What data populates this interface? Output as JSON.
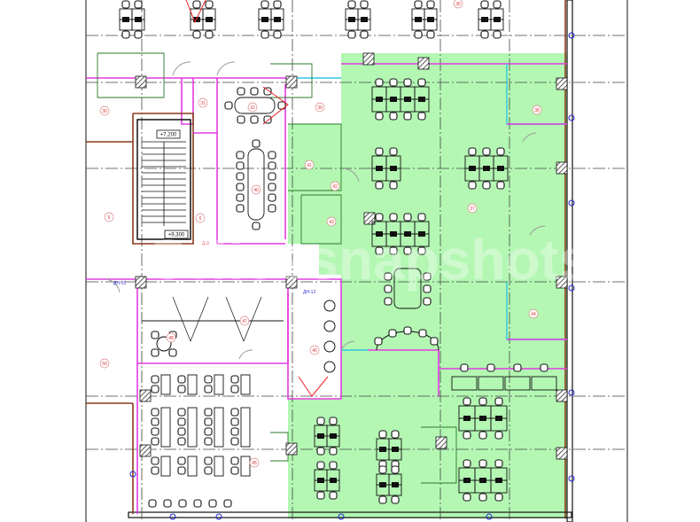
{
  "drawing": {
    "watermark": "Officesnapshots",
    "colors": {
      "open_office": "#b3f7b3",
      "partition": "#e23be2",
      "glazing": "#2fc7e0",
      "wall": "#111111"
    },
    "elevations": [
      "+7,200",
      "+9,300"
    ],
    "rooms": [
      "36",
      "30",
      "31",
      "32",
      "39",
      "41",
      "42",
      "43",
      "40",
      "5",
      "6",
      "38",
      "37",
      "50",
      "48",
      "47",
      "46",
      "44",
      "45"
    ],
    "axis_tags": [
      "Д-3",
      "ДН-10",
      "ДН-12"
    ]
  }
}
